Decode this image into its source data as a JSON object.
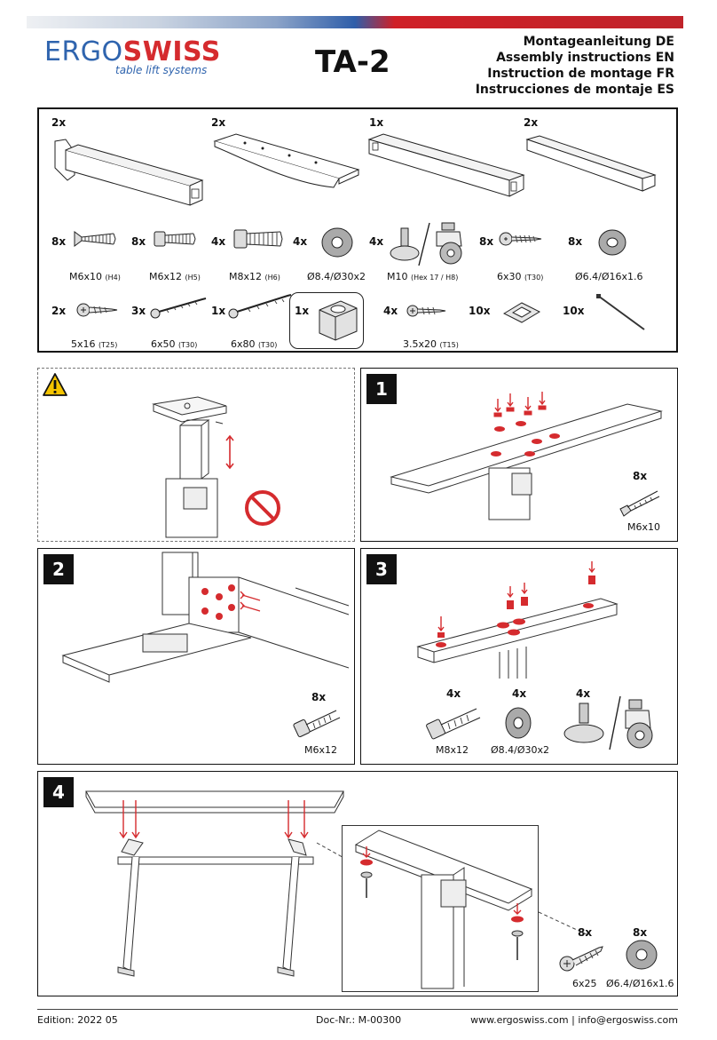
{
  "header": {
    "brand_part1": "ERGO",
    "brand_part2": "SWISS",
    "tagline": "table lift systems",
    "model": "TA-2",
    "titles": [
      "Montageanleitung DE",
      "Assembly instructions EN",
      "Instruction de montage FR",
      "Instrucciones de montaje ES"
    ]
  },
  "parts": {
    "row1": [
      {
        "qty": "2x",
        "icon": "leg-column"
      },
      {
        "qty": "2x",
        "icon": "foot-bracket"
      },
      {
        "qty": "1x",
        "icon": "crossbar"
      },
      {
        "qty": "2x",
        "icon": "square-tube"
      }
    ],
    "row2": [
      {
        "qty": "8x",
        "name": "M6x10",
        "code": "(H4)",
        "icon": "countersunk-screw"
      },
      {
        "qty": "8x",
        "name": "M6x12",
        "code": "(H5)",
        "icon": "socket-screw"
      },
      {
        "qty": "4x",
        "name": "M8x12",
        "code": "(H6)",
        "icon": "socket-screw"
      },
      {
        "qty": "4x",
        "name": "Ø8.4/Ø30x2",
        "code": "",
        "icon": "washer"
      },
      {
        "qty": "4x",
        "name": "M10",
        "code": "(Hex 17 / H8)",
        "icon": "glide-caster"
      },
      {
        "qty": "8x",
        "name": "6x30",
        "code": "(T30)",
        "icon": "wood-screw"
      },
      {
        "qty": "8x",
        "name": "Ø6.4/Ø16x1.6",
        "code": "",
        "icon": "washer"
      }
    ],
    "row3": [
      {
        "qty": "2x",
        "name": "5x16",
        "code": "(T25)",
        "icon": "wood-screw"
      },
      {
        "qty": "3x",
        "name": "6x50",
        "code": "(T30)",
        "icon": "wood-screw"
      },
      {
        "qty": "1x",
        "name": "6x80",
        "code": "(T30)",
        "icon": "wood-screw"
      },
      {
        "qty": "1x",
        "name": "",
        "code": "",
        "icon": "spacer-sleeve"
      },
      {
        "qty": "4x",
        "name": "3.5x20",
        "code": "(T15)",
        "icon": "wood-screw"
      },
      {
        "qty": "10x",
        "name": "",
        "code": "",
        "icon": "cable-tie-mount"
      },
      {
        "qty": "10x",
        "name": "",
        "code": "",
        "icon": "cable-tie"
      }
    ]
  },
  "steps": {
    "warning": {
      "icon": "warning-icon"
    },
    "s1": {
      "num": "1",
      "qty": "8x",
      "part": "M6x10"
    },
    "s2": {
      "num": "2",
      "qty": "8x",
      "part": "M6x12"
    },
    "s3": {
      "num": "3",
      "items": [
        {
          "qty": "4x",
          "part": "M8x12"
        },
        {
          "qty": "4x",
          "part": "Ø8.4/Ø30x2"
        },
        {
          "qty": "4x",
          "part": ""
        }
      ]
    },
    "s4": {
      "num": "4",
      "items": [
        {
          "qty": "8x",
          "part": "6x25"
        },
        {
          "qty": "8x",
          "part": "Ø6.4/Ø16x1.6"
        }
      ]
    }
  },
  "footer": {
    "edition": "Edition: 2022 05",
    "doc": "Doc-Nr.: M-00300",
    "contact": "www.ergoswiss.com | info@ergoswiss.com"
  },
  "colors": {
    "accent_red": "#d52b2e",
    "brand_blue": "#2f64ae"
  }
}
